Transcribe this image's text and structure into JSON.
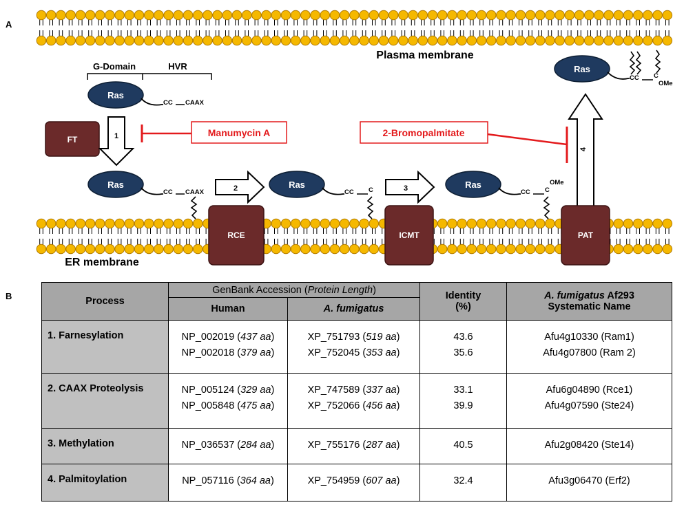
{
  "panel_a": {
    "label": "A",
    "membranes": {
      "plasma": "Plasma membrane",
      "er": "ER membrane"
    },
    "domains": {
      "g_domain": "G-Domain",
      "hvr": "HVR"
    },
    "protein": "Ras",
    "tails": {
      "unmodified": {
        "cc": "CC",
        "caax": "CAAX"
      },
      "farnesylated": {
        "cc": "CC",
        "caax": "CAAX"
      },
      "proteolysed": {
        "cc": "CC",
        "c": "C"
      },
      "methylated": {
        "cc": "CC",
        "c": "C",
        "ome": "OMe"
      },
      "palmitoylated": {
        "cc": "CC",
        "c": "C",
        "ome": "OMe"
      }
    },
    "enzymes": {
      "ft": "FT",
      "rce": "RCE",
      "icmt": "ICMT",
      "pat": "PAT"
    },
    "steps": [
      "1",
      "2",
      "3",
      "4"
    ],
    "inhibitors": {
      "manumycin": "Manumycin A",
      "bromopalmitate": "2-Bromopalmitate"
    },
    "colors": {
      "ras": "#1f3a5f",
      "enzyme": "#6b2a2a",
      "lipid_head": "#f5b800",
      "inhibitor": "#e31a1c"
    }
  },
  "panel_b": {
    "label": "B",
    "header": {
      "process": "Process",
      "genbank_pre": "GenBank Accession (",
      "genbank_italic": "Protein Length",
      "genbank_post": ")",
      "human": "Human",
      "afumigatus": "A. fumigatus",
      "identity_1": "Identity",
      "identity_2": "(%)",
      "sysname_italic": "A. fumigatus",
      "sysname_rest": " Af293",
      "sysname_2": "Systematic Name"
    },
    "rows": [
      {
        "process": "1. Farnesylation",
        "human": [
          [
            "NP_002019",
            "437 aa"
          ],
          [
            "NP_002018",
            "379 aa"
          ]
        ],
        "afu": [
          [
            "XP_751793",
            "519 aa"
          ],
          [
            "XP_752045",
            "353 aa"
          ]
        ],
        "identity": [
          "43.6",
          "35.6"
        ],
        "sysname": [
          "Afu4g10330 (Ram1)",
          "Afu4g07800 (Ram 2)"
        ]
      },
      {
        "process": "2. CAAX Proteolysis",
        "human": [
          [
            "NP_005124",
            "329 aa"
          ],
          [
            "NP_005848",
            "475 aa"
          ]
        ],
        "afu": [
          [
            "XP_747589",
            "337 aa"
          ],
          [
            "XP_752066",
            "456 aa"
          ]
        ],
        "identity": [
          "33.1",
          "39.9"
        ],
        "sysname": [
          "Afu6g04890 (Rce1)",
          "Afu4g07590 (Ste24)"
        ]
      },
      {
        "process": "3. Methylation",
        "human": [
          [
            "NP_036537",
            "284 aa"
          ]
        ],
        "afu": [
          [
            "XP_755176",
            "287 aa"
          ]
        ],
        "identity": [
          "40.5"
        ],
        "sysname": [
          "Afu2g08420 (Ste14)"
        ]
      },
      {
        "process": "4. Palmitoylation",
        "human": [
          [
            "NP_057116",
            "364 aa"
          ]
        ],
        "afu": [
          [
            "XP_754959",
            "607 aa"
          ]
        ],
        "identity": [
          "32.4"
        ],
        "sysname": [
          "Afu3g06470 (Erf2)"
        ]
      }
    ]
  }
}
